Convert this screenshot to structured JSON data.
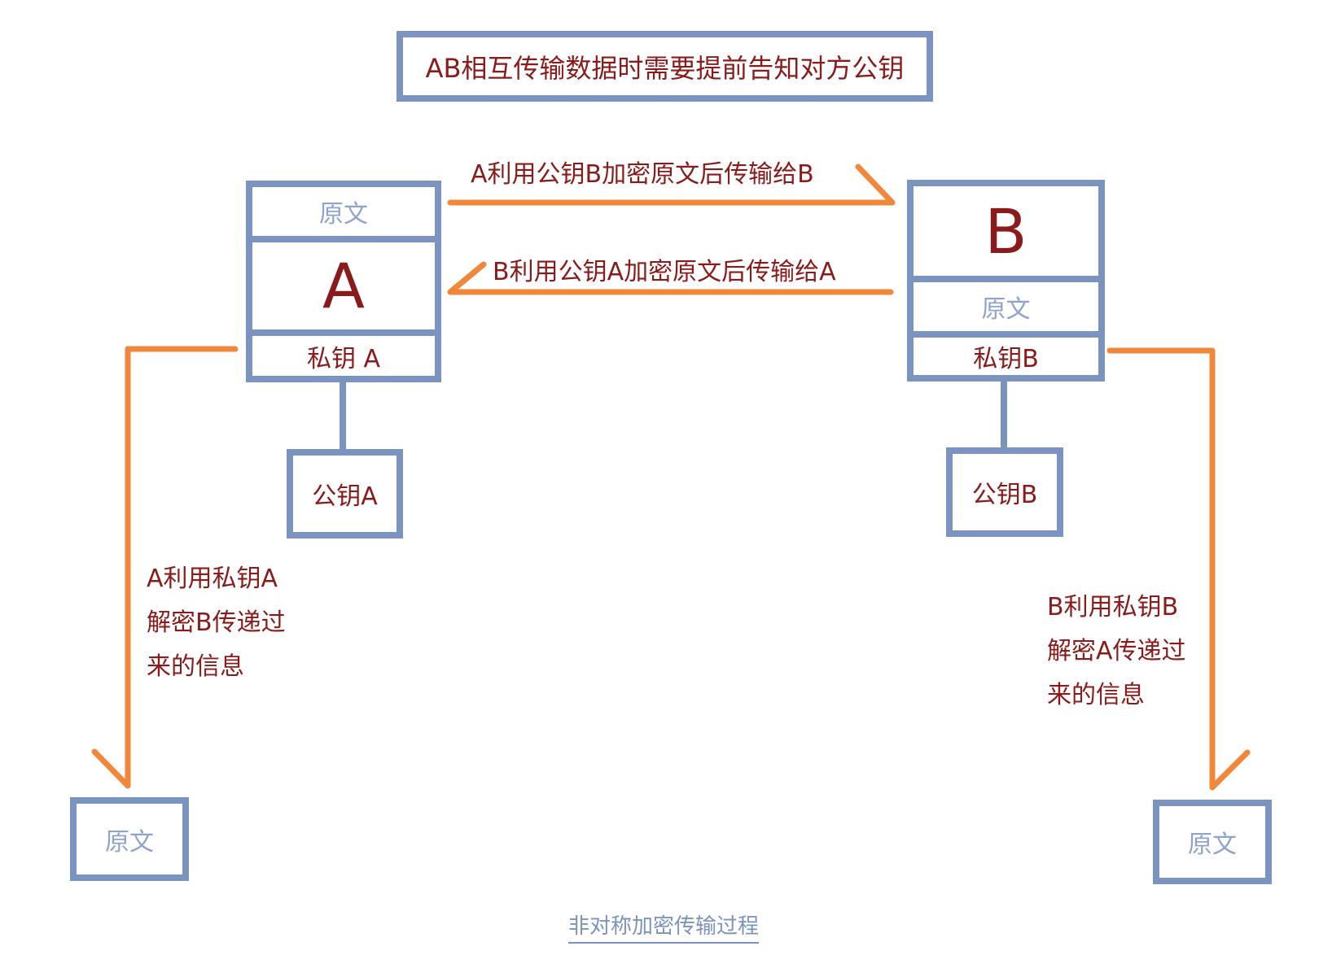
{
  "title": "AB相互传输数据时需要提前告知对方公钥",
  "box_a": {
    "top": "原文",
    "name": "A",
    "private_key": "私钥 A",
    "public_key": "公钥A"
  },
  "box_b": {
    "name": "B",
    "middle": "原文",
    "private_key": "私钥B",
    "public_key": "公钥B"
  },
  "arrows": {
    "a_to_b": "A利用公钥B加密原文后传输给B",
    "b_to_a": "B利用公钥A加密原文后传输给A"
  },
  "left_note": [
    "A利用私钥A",
    "解密B传递过",
    "来的信息"
  ],
  "right_note": [
    "B利用私钥B",
    "解密A传递过",
    "来的信息"
  ],
  "left_output": "原文",
  "right_output": "原文",
  "caption": "非对称加密传输过程",
  "colors": {
    "box_border": "#7b93bf",
    "arrow": "#f0873a",
    "text": "#8b1a1a",
    "light_text": "#8fa4cc"
  }
}
